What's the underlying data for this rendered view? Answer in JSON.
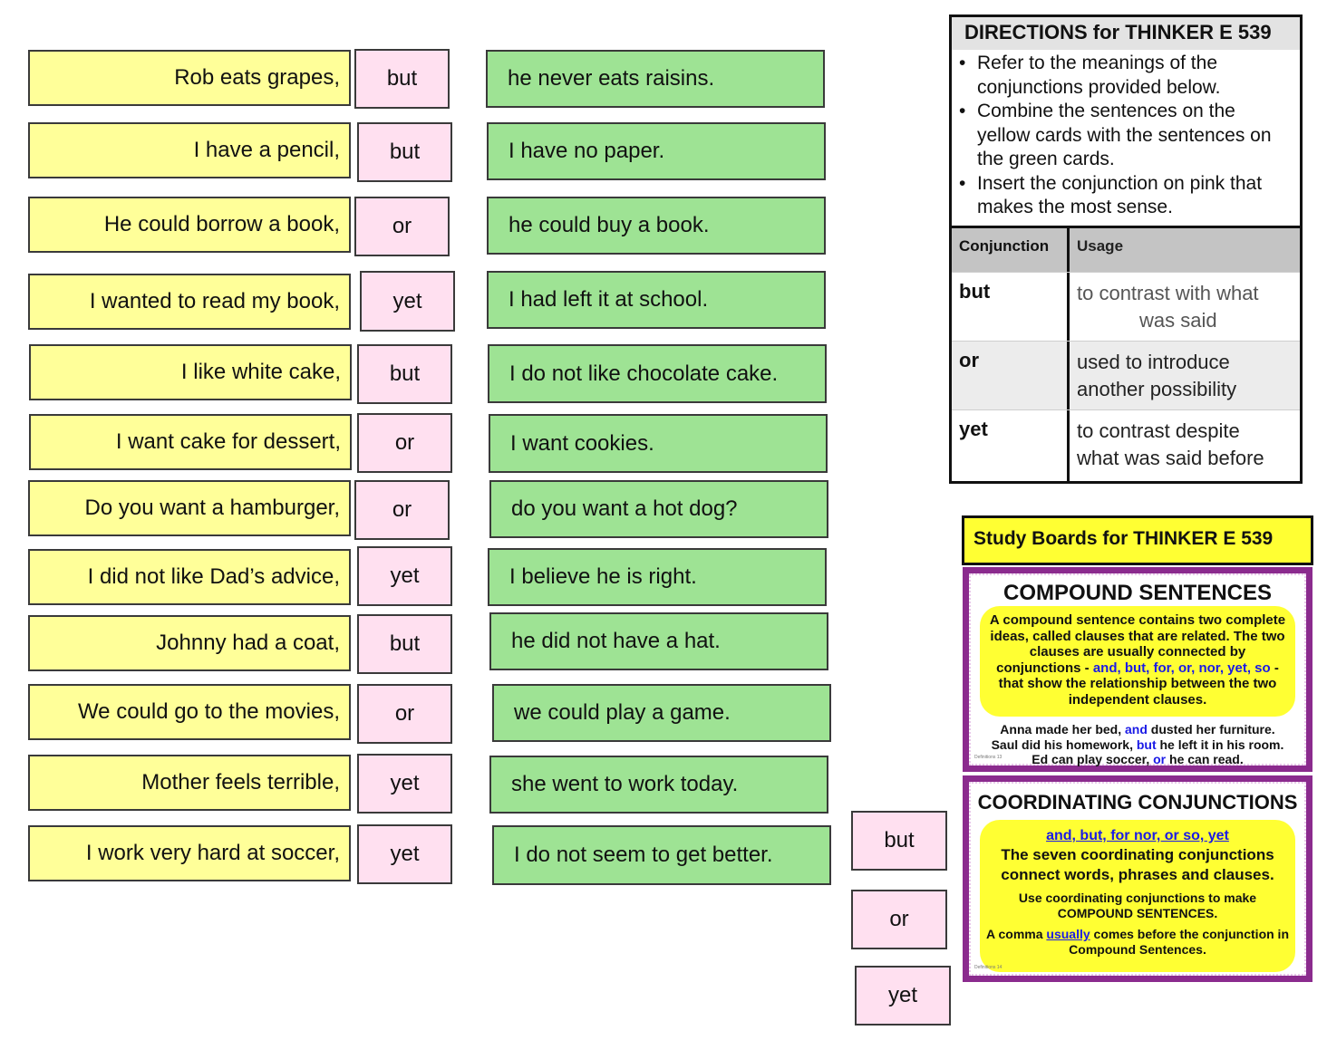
{
  "rows": [
    {
      "clause1": "Rob eats grapes,",
      "conjunction": "but",
      "clause2": "he never eats raisins."
    },
    {
      "clause1": "I have a pencil,",
      "conjunction": "but",
      "clause2": "I have no paper."
    },
    {
      "clause1": "He could borrow a book,",
      "conjunction": "or",
      "clause2": "he could buy a book."
    },
    {
      "clause1": "I wanted to read my book,",
      "conjunction": "yet",
      "clause2": "I had left it at school."
    },
    {
      "clause1": "I like white cake,",
      "conjunction": "but",
      "clause2": "I do not like chocolate cake."
    },
    {
      "clause1": "I want cake for dessert,",
      "conjunction": "or",
      "clause2": "I want cookies."
    },
    {
      "clause1": "Do you want a hamburger,",
      "conjunction": "or",
      "clause2": "do you want a hot dog?"
    },
    {
      "clause1": "I did not like Dad’s advice,",
      "conjunction": "yet",
      "clause2": "I believe he is right."
    },
    {
      "clause1": "Johnny had a coat,",
      "conjunction": "but",
      "clause2": "he did not have a hat."
    },
    {
      "clause1": "We could go to the movies,",
      "conjunction": "or",
      "clause2": "we could play a game."
    },
    {
      "clause1": "Mother feels terrible,",
      "conjunction": "yet",
      "clause2": "she went to work today."
    },
    {
      "clause1": "I work very hard at soccer,",
      "conjunction": "yet",
      "clause2": "I do not seem to get better."
    }
  ],
  "spare_cards": [
    "but",
    "or",
    "yet"
  ],
  "directions": {
    "title": "DIRECTIONS for THINKER  E 539",
    "bullet": "•",
    "items": [
      "Refer to the meanings of the conjunctions provided below.",
      "Combine the sentences on the yellow cards with the sentences on the green cards.",
      "Insert the conjunction on pink that makes the most sense."
    ]
  },
  "conjunction_table": {
    "header": {
      "col1": "Conjunction",
      "col2": "Usage"
    },
    "rows": [
      {
        "word": "but",
        "usage_line1": "to contrast with what",
        "usage_line2": "was said"
      },
      {
        "word": "or",
        "usage_line1": "used to introduce",
        "usage_line2": "another possibility"
      },
      {
        "word": "yet",
        "usage_line1": "to contrast despite",
        "usage_line2": "what was said before"
      }
    ]
  },
  "study_boards": {
    "title": "Study Boards for THINKER  E 539",
    "board1": {
      "title": "COMPOUND  SENTENCES",
      "text_a": "A compound sentence contains two complete ideas, called clauses that are related.  The two clauses are usually connected by conjunctions - ",
      "text_conj": "and, but, for, or, nor, yet, so",
      "text_b": " - that show the relationship between the two independent clauses.",
      "ex1_a": "Anna made her bed, ",
      "ex1_conj": "and",
      "ex1_b": " dusted her furniture.",
      "ex2_a": "Saul did his homework, ",
      "ex2_conj": "but",
      "ex2_b": " he left it in his room.",
      "ex3_a": "Ed can play soccer, ",
      "ex3_conj": "or",
      "ex3_b": " he can read.",
      "footer_left": "Definitions 13"
    },
    "board2": {
      "title": "COORDINATING CONJUNCTIONS",
      "conj_list": "and, but, for nor, or so, yet",
      "line2": "The seven coordinating conjunctions connect words, phrases and clauses.",
      "line3": "Use coordinating conjunctions to make COMPOUND SENTENCES.",
      "line4_a": "A comma ",
      "line4_u": "usually",
      "line4_b": " comes before the conjunction in Compound Sentences.",
      "footer_left": "Definitions 14"
    }
  },
  "colors": {
    "yellow_card": "#ffff99",
    "pink_card": "#ffe0f0",
    "green_card": "#9ee394",
    "board_border": "#8b2b8e"
  }
}
